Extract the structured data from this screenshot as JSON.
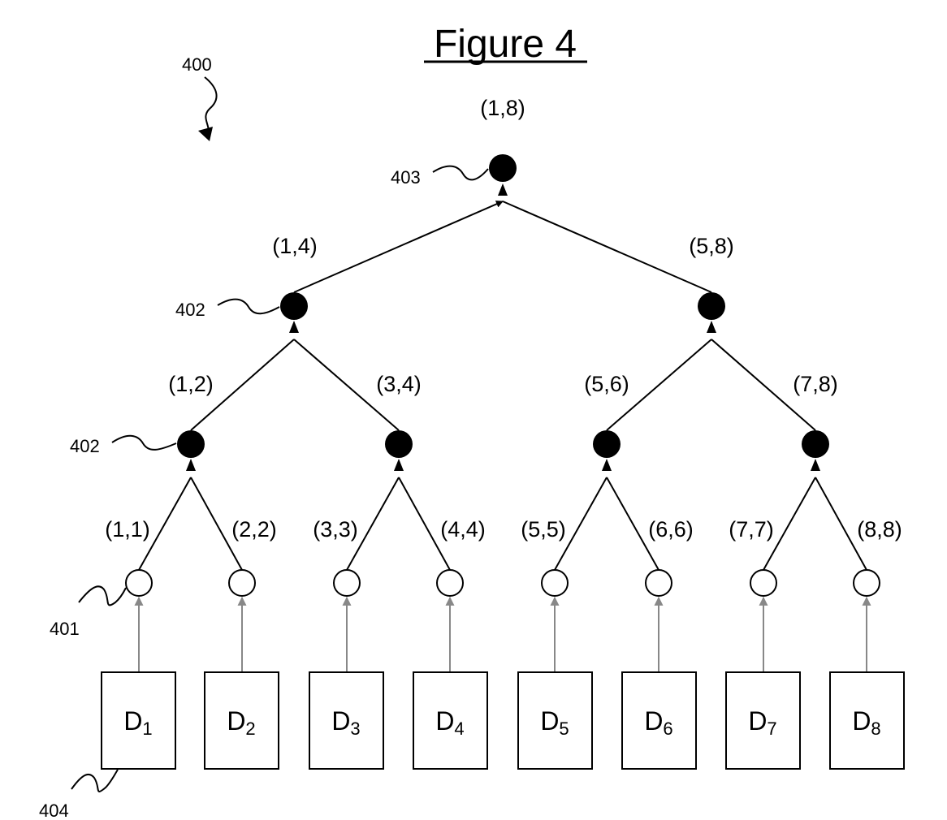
{
  "figure": {
    "title": "Figure 4",
    "root_label": "(1,8)",
    "level2_labels": [
      "(1,4)",
      "(5,8)"
    ],
    "level3_labels": [
      "(1,2)",
      "(3,4)",
      "(5,6)",
      "(7,8)"
    ],
    "leaf_labels": [
      "(1,1)",
      "(2,2)",
      "(3,3)",
      "(4,4)",
      "(5,5)",
      "(6,6)",
      "(7,7)",
      "(8,8)"
    ],
    "data_blocks": [
      {
        "letter": "D",
        "sub": "1"
      },
      {
        "letter": "D",
        "sub": "2"
      },
      {
        "letter": "D",
        "sub": "3"
      },
      {
        "letter": "D",
        "sub": "4"
      },
      {
        "letter": "D",
        "sub": "5"
      },
      {
        "letter": "D",
        "sub": "6"
      },
      {
        "letter": "D",
        "sub": "7"
      },
      {
        "letter": "D",
        "sub": "8"
      }
    ],
    "refs": {
      "figure_ref": "400",
      "root_ref": "403",
      "level2_ref": "402",
      "level3_ref": "402",
      "leaf_ref": "401",
      "block_ref": "404"
    },
    "colors": {
      "ink": "#000000",
      "inner_node_fill": "#000000",
      "leaf_node_fill": "#ffffff",
      "data_arrow": "#888888"
    }
  }
}
